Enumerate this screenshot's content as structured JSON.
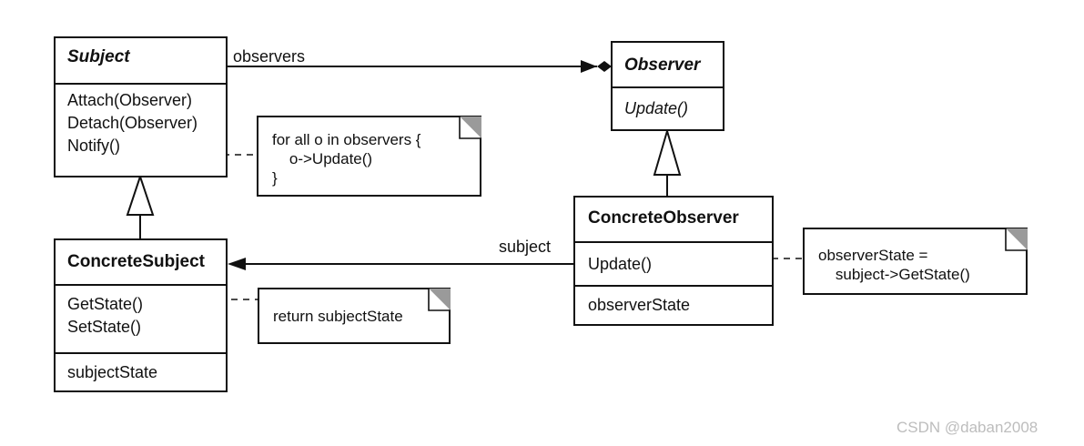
{
  "classes": {
    "subject": {
      "name": "Subject",
      "operations": [
        "Attach(Observer)",
        "Detach(Observer)",
        "Notify()"
      ]
    },
    "observer": {
      "name": "Observer",
      "operations": [
        "Update()"
      ]
    },
    "concrete_subject": {
      "name": "ConcreteSubject",
      "operations": [
        "GetState()",
        "SetState()"
      ],
      "attributes": [
        "subjectState"
      ]
    },
    "concrete_observer": {
      "name": "ConcreteObserver",
      "operations": [
        "Update()"
      ],
      "attributes": [
        "observerState"
      ]
    }
  },
  "notes": {
    "notify": [
      "for all o in observers {",
      "    o->Update()",
      "}"
    ],
    "getstate": [
      "return subjectState"
    ],
    "update": [
      "observerState =",
      "    subject->GetState()"
    ]
  },
  "associations": {
    "observers": "observers",
    "subject": "subject"
  },
  "watermark": "CSDN @daban2008",
  "colors": {
    "stroke": "#111111",
    "note_corner": "#9a9a9a",
    "watermark": "#bdbdbd"
  }
}
